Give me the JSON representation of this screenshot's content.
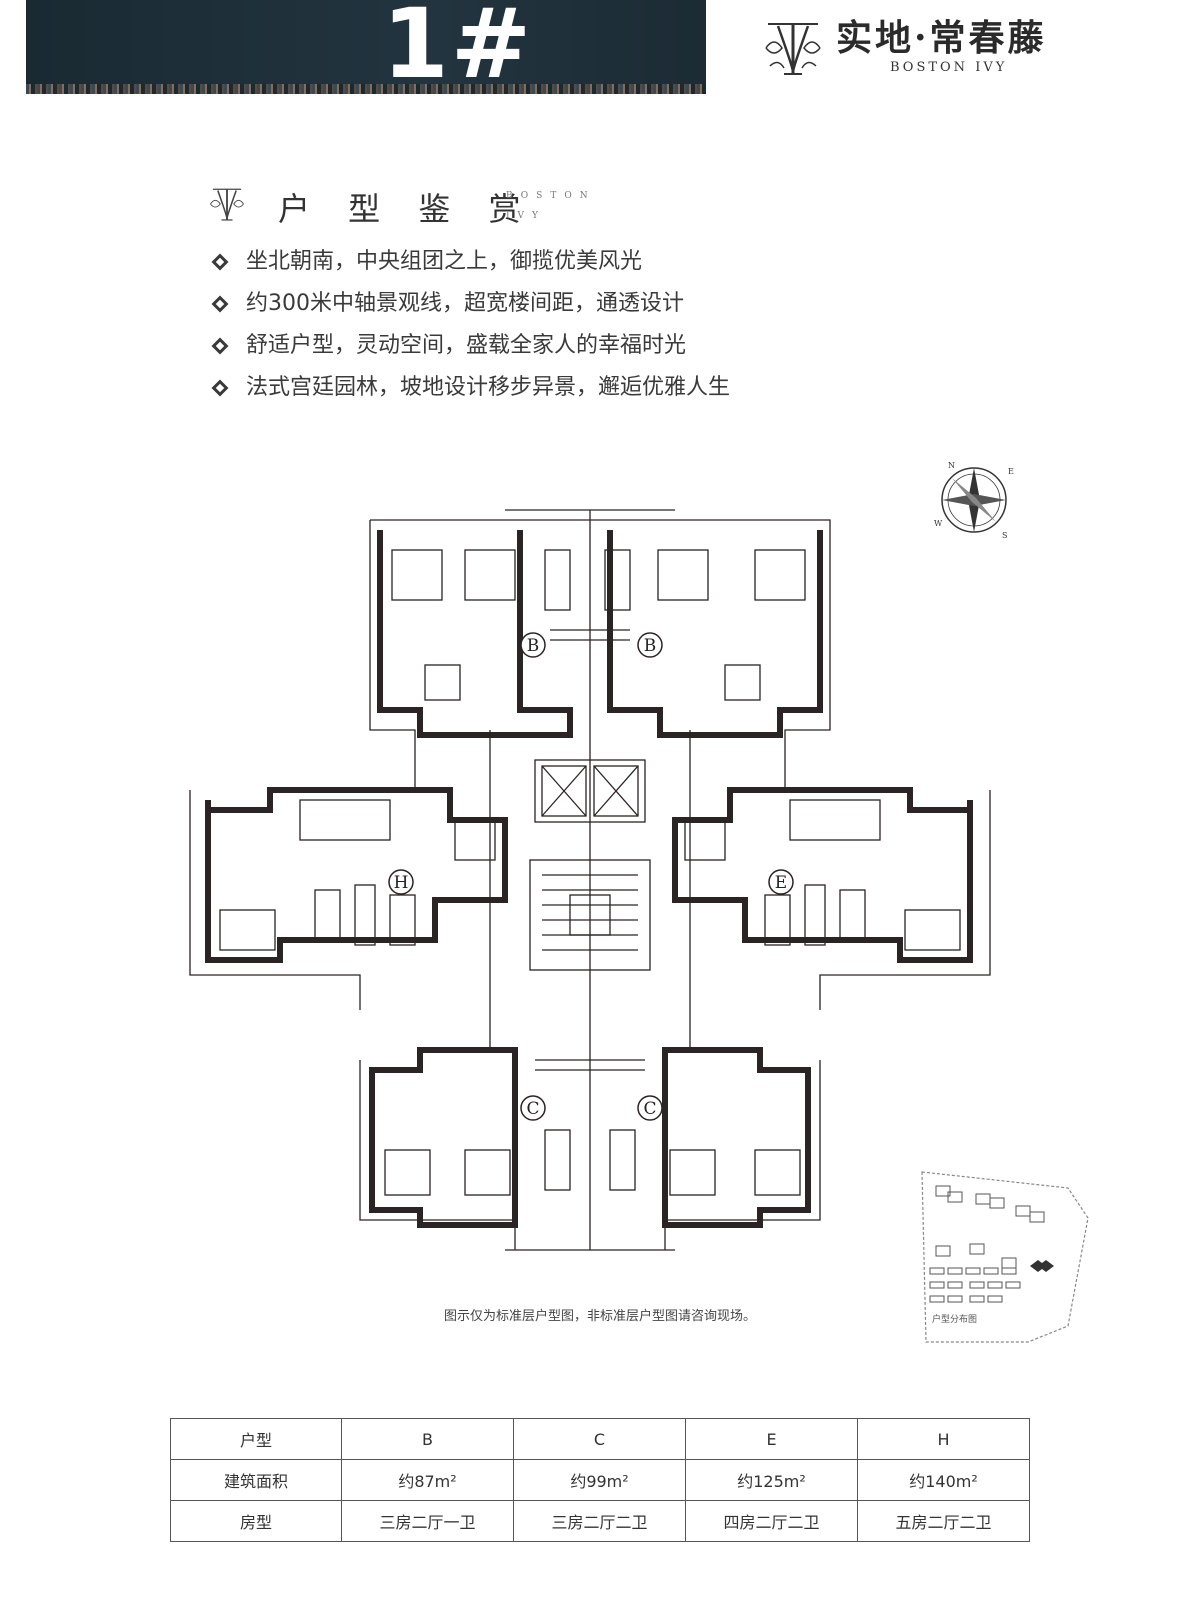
{
  "header": {
    "building_no": "1#",
    "brand_name": "实地·常春藤",
    "brand_en": "BOSTON IVY",
    "brand_icon": "ivy-monogram-icon"
  },
  "section": {
    "title": "户 型 鉴 赏",
    "title_en_line1": "BOSTON",
    "title_en_line2": "IVY",
    "icon": "ivy-monogram-icon"
  },
  "features": [
    "坐北朝南，中央组团之上，御揽优美风光",
    "约300米中轴景观线，超宽楼间距，通透设计",
    "舒适户型，灵动空间，盛载全家人的幸福时光",
    "法式宫廷园林，坡地设计移步异景，邂逅优雅人生"
  ],
  "plan": {
    "unit_labels": [
      "B",
      "B",
      "H",
      "E",
      "C",
      "C"
    ],
    "compass": {
      "n": "N",
      "e": "E",
      "s": "S",
      "w": "W"
    },
    "site_map_label": "户型分布图"
  },
  "note": "图示仅为标准层户型图，非标准层户型图请咨询现场。",
  "table": {
    "header": [
      "户型",
      "B",
      "C",
      "E",
      "H"
    ],
    "rows": [
      [
        "建筑面积",
        "约87m²",
        "约99m²",
        "约125m²",
        "约140m²"
      ],
      [
        "房型",
        "三房二厅一卫",
        "三房二厅二卫",
        "四房二厅二卫",
        "五房二厅二卫"
      ]
    ]
  },
  "colors": {
    "header_bg": "#1a2a33",
    "wall": "#2b2424",
    "text": "#333333"
  }
}
